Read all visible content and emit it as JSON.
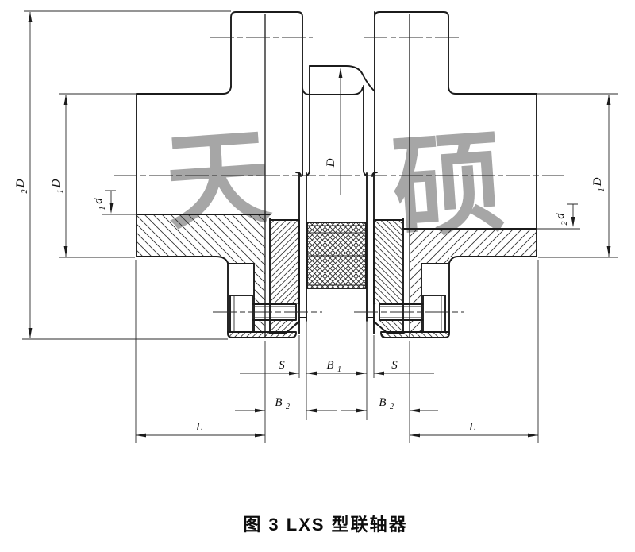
{
  "figure": {
    "caption": "图 3  LXS 型联轴器"
  },
  "watermark": {
    "left_char": "天",
    "right_char": "硕",
    "color": "#9a9a9a"
  },
  "dimensions": {
    "D2": {
      "main": "D",
      "sub": "2"
    },
    "D1_left": {
      "main": "D",
      "sub": "1"
    },
    "d1": {
      "main": "d",
      "sub": "1"
    },
    "D": {
      "main": "D",
      "sub": ""
    },
    "d2": {
      "main": "d",
      "sub": "2"
    },
    "D1_right": {
      "main": "D",
      "sub": "1"
    },
    "S_left": {
      "main": "S",
      "sub": ""
    },
    "B1": {
      "main": "B",
      "sub": "1"
    },
    "S_right": {
      "main": "S",
      "sub": ""
    },
    "B2_left": {
      "main": "B",
      "sub": "2"
    },
    "B2_right": {
      "main": "B",
      "sub": "2"
    },
    "L_left": {
      "main": "L",
      "sub": ""
    },
    "L_right": {
      "main": "L",
      "sub": ""
    }
  },
  "colors": {
    "line": "#1b1b1b",
    "background": "#ffffff",
    "watermark": "#9a9a9a"
  }
}
